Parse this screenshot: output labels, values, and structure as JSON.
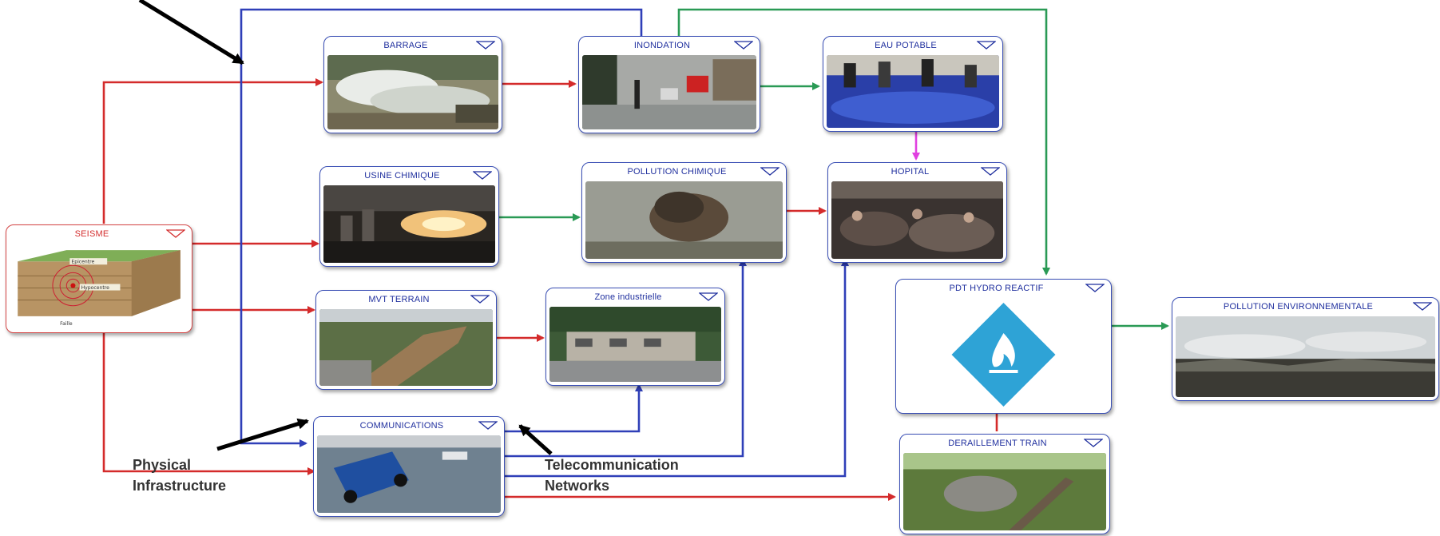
{
  "nodes": {
    "seisme": "SEISME",
    "barrage": "BARRAGE",
    "inondation": "INONDATION",
    "eau_potable": "EAU POTABLE",
    "usine_chimique": "USINE CHIMIQUE",
    "pollution_chimique": "POLLUTION CHIMIQUE",
    "hopital": "HOPITAL",
    "mvt_terrain": "MVT TERRAIN",
    "zone_industrielle": "Zone industrielle",
    "pdt_hydro_reactif": "PDT HYDRO REACTIF",
    "pollution_env": "POLLUTION  ENVIRONNEMENTALE",
    "communications": "COMMUNICATIONS",
    "deraillement_train": "DERAILLEMENT TRAIN"
  },
  "seisme_image_labels": {
    "epicentre": "Epicentre",
    "hypocentre": "Hypocentre",
    "faille": "Faille"
  },
  "annotations": {
    "physical_line1": "Physical",
    "physical_line2": "Infrastructure",
    "telecom_line1": "Telecommunication",
    "telecom_line2": "Networks"
  },
  "link_colors": {
    "red": "#d42b2b",
    "green": "#2a9a55",
    "blue": "#2f3fb8",
    "magenta": "#e040e0"
  },
  "hazard_icon": "flame-hazard-diamond-icon"
}
